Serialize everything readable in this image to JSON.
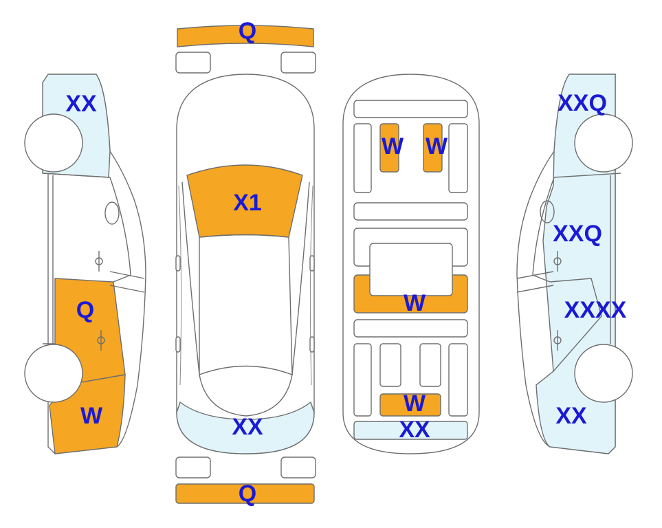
{
  "colors": {
    "damage_orange": "#f5a623",
    "light_blue": "#e0f4fa",
    "label_blue": "#1a1ad6",
    "outline": "#6e6e6e"
  },
  "labels": {
    "front_bumper": "Q",
    "rear_bumper": "Q",
    "left_front_fender": "XX",
    "left_rear_door": "Q",
    "left_rear_quarter": "W",
    "windshield": "X1",
    "rear_window_area": "XX",
    "front_seat_left": "W",
    "front_seat_right": "W",
    "rear_seat_bar": "W",
    "trunk_panel": "W",
    "rear_sill": "XX",
    "right_front_fender": "XXQ",
    "right_front_door": "XXQ",
    "right_rear_door": "XXXX",
    "right_rear_quarter": "XX"
  }
}
